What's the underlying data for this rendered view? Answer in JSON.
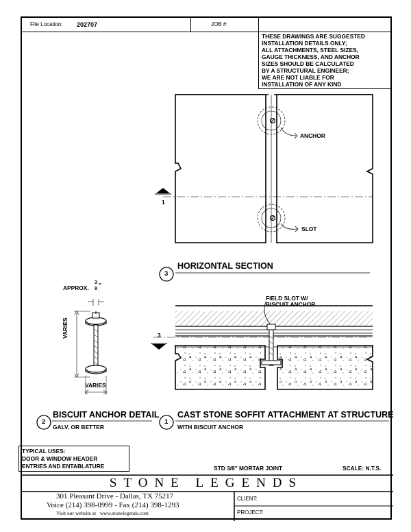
{
  "header": {
    "file_location_label": "File Location:",
    "file_location_value": "202707",
    "job_label": "JOB #:"
  },
  "note": {
    "lines": [
      "THESE DRAWINGS ARE SUGGESTED",
      "INSTALLATION DETAILS ONLY;",
      "ALL ATTACHMENTS, STEEL SIZES,",
      "GAUGE THICKNESS, AND ANCHOR",
      "SIZES SHOULD BE CALCULATED",
      "BY A STRUCTURAL ENGINEER;",
      "WE ARE NOT LIABLE FOR",
      "INSTALLATION OF ANY KIND"
    ]
  },
  "detail_top": {
    "anchor_label": "ANCHOR",
    "slot_label": "SLOT",
    "section_marker": "1"
  },
  "section3": {
    "number": "3",
    "title": "HORIZONTAL SECTION",
    "field_slot_line1": "FIELD SLOT W/",
    "field_slot_line2": "BISCUIT ANCHOR",
    "section_marker": "3"
  },
  "detail2": {
    "approx_label": "APPROX.",
    "fraction_num": "3",
    "fraction_den": "8",
    "fraction_quote": "\"",
    "varies_vertical": "VARIES",
    "varies_horizontal": "VARIES",
    "number": "2",
    "title": "BISCUIT ANCHOR DETAIL",
    "subtitle": "GALV. OR BETTER"
  },
  "detail1": {
    "number": "1",
    "title": "CAST STONE SOFFIT ATTACHMENT AT STRUCTURE",
    "subtitle": "WITH BISCUIT ANCHOR"
  },
  "typical_uses": {
    "lines": [
      "TYPICAL USES:",
      "DOOR & WINDOW HEADER",
      "ENTRIES AND ENTABLATURE"
    ]
  },
  "mortar_joint": "STD 3/8\" MORTAR JOINT",
  "scale": "SCALE: N.T.S.",
  "company": "STONE LEGENDS",
  "footer": {
    "address": "301 Pleasant Drive - Dallas, TX 75217",
    "phone": "Voice (214) 398-0999 - Fax (214) 398-1293",
    "website_label": "Visit our website at",
    "website": "www.stonelegends.com",
    "client_label": "CLIENT:",
    "project_label": "PROJECT:"
  }
}
